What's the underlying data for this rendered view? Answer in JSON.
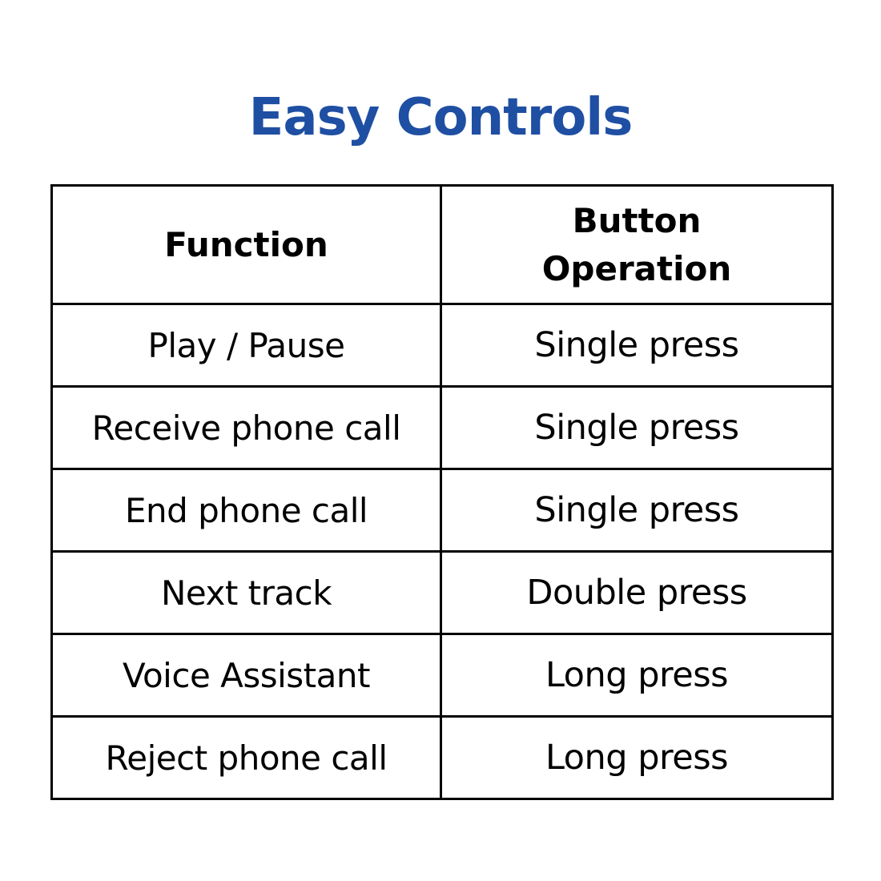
{
  "title": "Easy Controls",
  "colors": {
    "title": "#1f4fa3",
    "border": "#000000",
    "text": "#000000",
    "background": "#ffffff"
  },
  "table": {
    "headers": {
      "function": "Function",
      "operation_line1": "Button",
      "operation_line2": "Operation"
    },
    "rows": [
      {
        "function": "Play / Pause",
        "operation": "Single press"
      },
      {
        "function": "Receive phone call",
        "operation": "Single press"
      },
      {
        "function": "End phone call",
        "operation": "Single press"
      },
      {
        "function": "Next track",
        "operation": "Double press"
      },
      {
        "function": "Voice Assistant",
        "operation": "Long press"
      },
      {
        "function": "Reject phone call",
        "operation": "Long press"
      }
    ]
  }
}
